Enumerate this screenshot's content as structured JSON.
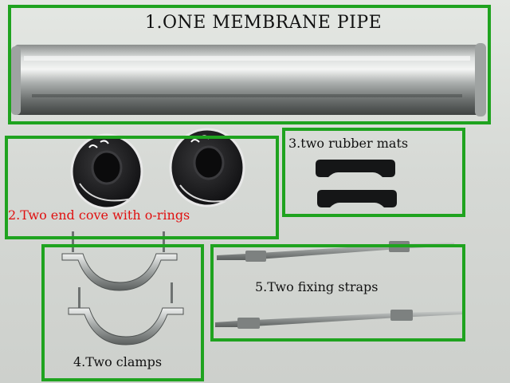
{
  "labels": {
    "pipe": "1.ONE MEMBRANE PIPE",
    "end_caps": "2.Two end cove with o-rings",
    "rubber_mats": "3.two rubber mats",
    "clamps": "4.Two clamps",
    "straps": "5.Two fixing straps"
  },
  "colors": {
    "box_border": "#1fa31f",
    "label_red": "#e01010",
    "label_dark": "#111111"
  }
}
